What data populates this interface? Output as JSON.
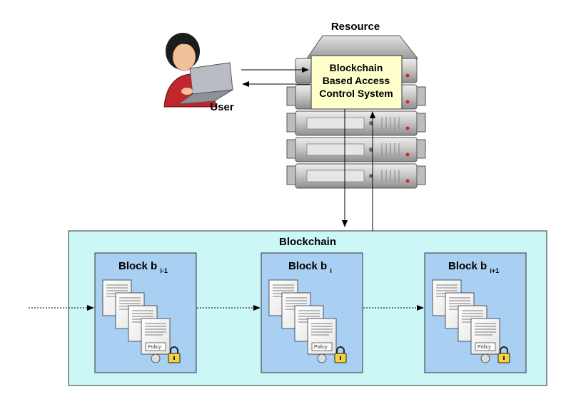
{
  "resource_label": "Resource",
  "user_label": "User",
  "system_label": [
    "Blockchain",
    "Based Access",
    "Control System"
  ],
  "blockchain_label": "Blockchain",
  "blocks": [
    {
      "title": "Block b",
      "subscript": "i-1"
    },
    {
      "title": "Block b",
      "subscript": "i"
    },
    {
      "title": "Block b",
      "subscript": "i+1"
    }
  ],
  "policy_label": "Policy",
  "colors": {
    "blockchain_bg": "#ccf7f7",
    "block_bg": "#a9cff3",
    "system_box": "#ffffcc",
    "server_gray": "#c9c9c9",
    "user_shirt": "#c0262c"
  }
}
